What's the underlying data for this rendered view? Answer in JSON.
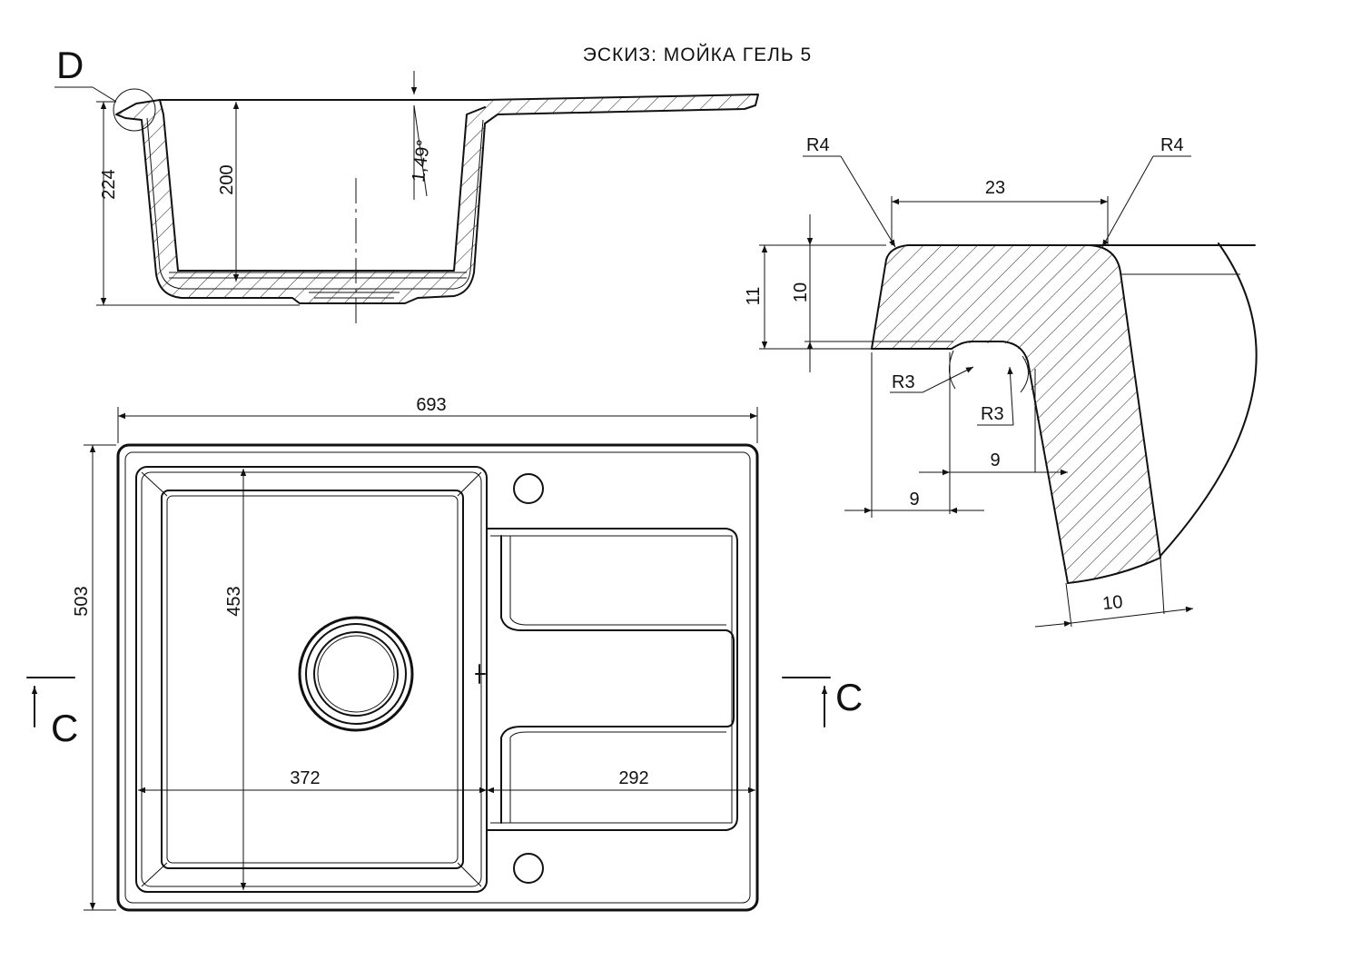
{
  "title": "ЭСКИЗ: МОЙКА ГЕЛЬ 5",
  "section_profile": {
    "detail_label": "D",
    "depth_outer": "224",
    "depth_inner": "200",
    "draft_angle": "1,49°"
  },
  "plan_view": {
    "width": "693",
    "height": "503",
    "bowl_length": "453",
    "bowl_width": "372",
    "drainboard_width": "292",
    "section_mark_left": "C",
    "section_mark_right": "C"
  },
  "detail_d": {
    "radius_top_left": "R4",
    "radius_top_right": "R4",
    "radius_inner_left": "R3",
    "radius_inner_right": "R3",
    "rim_width": "23",
    "height_outer": "11",
    "height_inner": "10",
    "gap_upper": "9",
    "gap_lower": "9",
    "wall_thickness": "10"
  }
}
